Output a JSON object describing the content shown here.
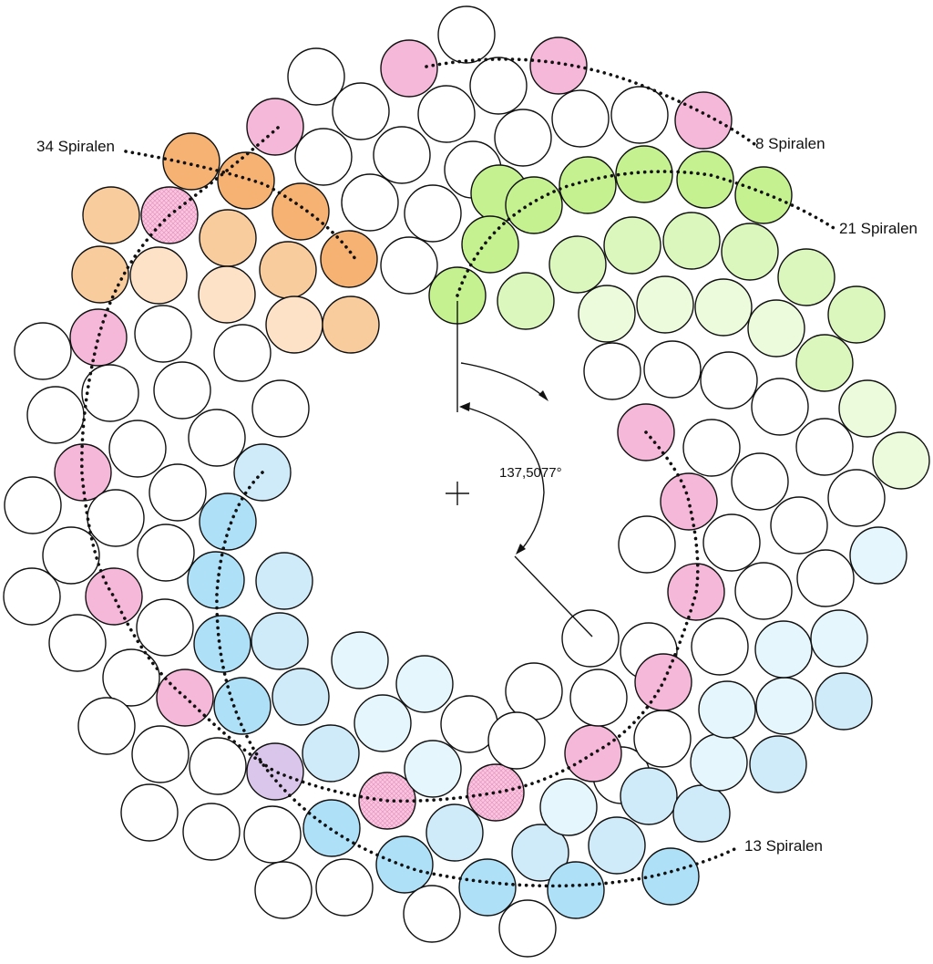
{
  "diagram": {
    "kind": "phyllotaxis-sunflower-seed-pattern",
    "labels": {
      "spiral_34": "34 Spiralen",
      "spiral_8": "8 Spiralen",
      "spiral_21": "21 Spiralen",
      "spiral_13": "13 Spiralen",
      "angle": "137,5077°"
    },
    "colors": {
      "white": "#ffffff",
      "pink": "#f5b8d8",
      "orange_dark": "#f6b272",
      "orange_mid": "#f9cc9e",
      "orange_light": "#fde2c8",
      "green_dark": "#c5f190",
      "green_mid": "#dcf7be",
      "green_light": "#ecfbdc",
      "blue_dark": "#aee0f7",
      "blue_mid": "#cfebfa",
      "blue_light": "#e6f6fd",
      "lilac": "#d9c6ea",
      "outline": "#111111"
    }
  }
}
